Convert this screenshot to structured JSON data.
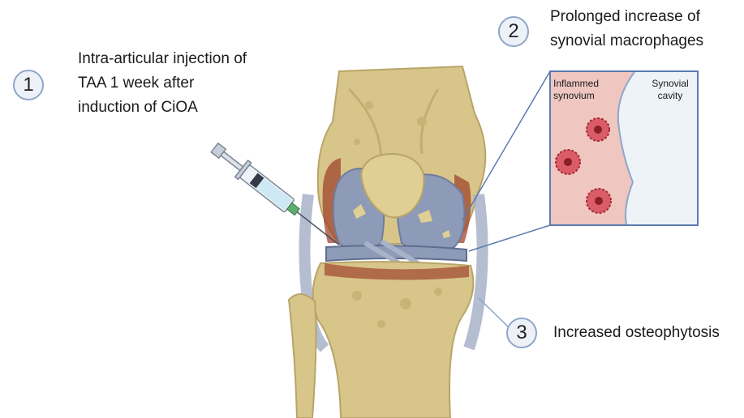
{
  "steps": [
    {
      "number": "1",
      "text_lines": [
        "Intra-articular injection of",
        "TAA 1 week after",
        "induction of CiOA"
      ]
    },
    {
      "number": "2",
      "text_lines": [
        "Prolonged increase of",
        "synovial macrophages"
      ]
    },
    {
      "number": "3",
      "text_lines": [
        "Increased osteophytosis"
      ]
    }
  ],
  "inset": {
    "left_label_lines": [
      "Inflammed",
      "synovium"
    ],
    "right_label_lines": [
      "Synovial",
      "cavity"
    ]
  },
  "colors": {
    "badge_border": "#8fa6c9",
    "bone": "#d8c58a",
    "cartilage": "#8d9bb8",
    "inflamed": "#a0442c",
    "macrophage": "#c23a44",
    "synovium_fill": "#efc6c0",
    "cavity_fill": "#eef3f8",
    "inset_border": "#5a7bb0"
  }
}
